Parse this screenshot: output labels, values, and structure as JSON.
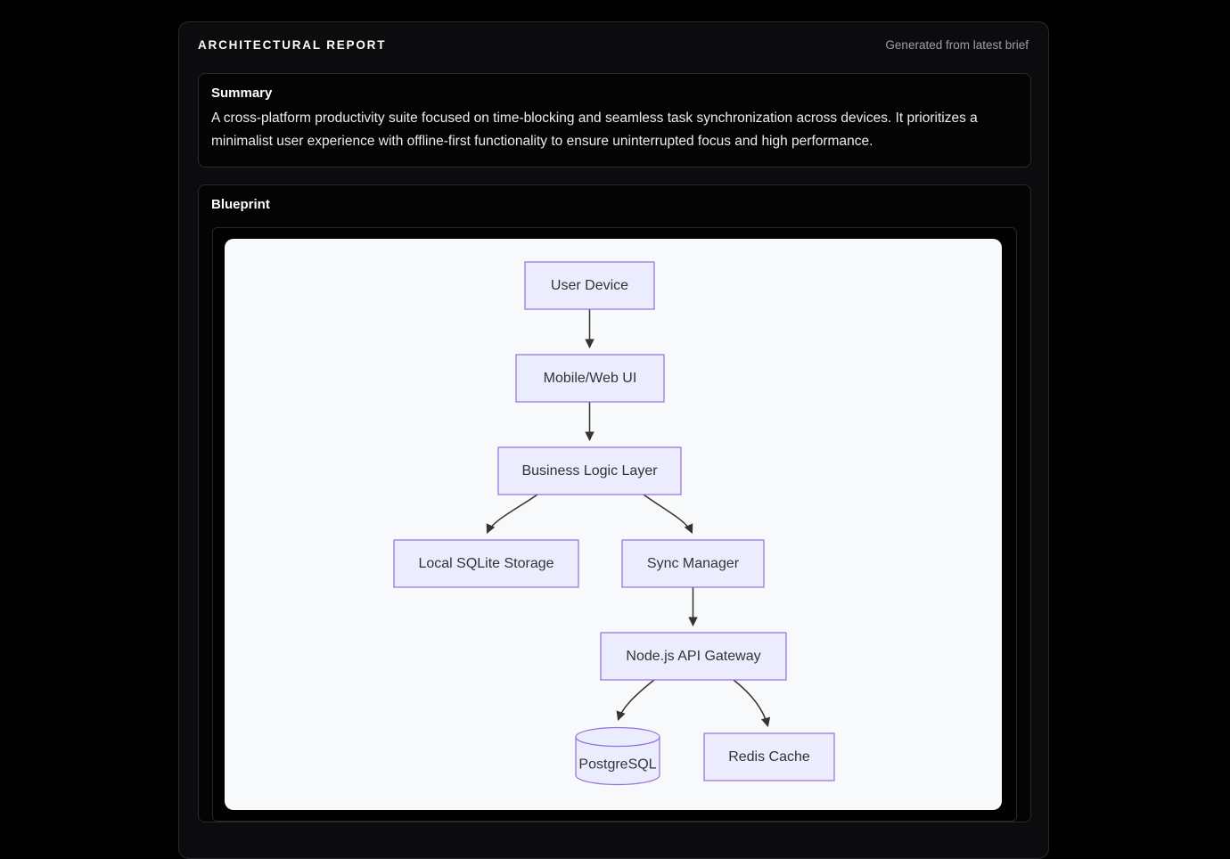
{
  "header": {
    "title": "ARCHITECTURAL REPORT",
    "generated_note": "Generated from latest brief"
  },
  "summary": {
    "heading": "Summary",
    "body": "A cross-platform productivity suite focused on time-blocking and seamless task synchronization across devices. It prioritizes a minimalist user experience with offline-first functionality to ensure uninterrupted focus and high performance."
  },
  "blueprint": {
    "heading": "Blueprint"
  },
  "diagram": {
    "type": "flowchart",
    "direction": "top-down",
    "nodes": {
      "user_device": {
        "label": "User Device",
        "shape": "rect"
      },
      "mobile_web_ui": {
        "label": "Mobile/Web UI",
        "shape": "rect"
      },
      "business_logic_layer": {
        "label": "Business Logic Layer",
        "shape": "rect"
      },
      "local_sqlite_storage": {
        "label": "Local SQLite Storage",
        "shape": "rect"
      },
      "sync_manager": {
        "label": "Sync Manager",
        "shape": "rect"
      },
      "nodejs_api_gateway": {
        "label": "Node.js API Gateway",
        "shape": "rect"
      },
      "postgresql": {
        "label": "PostgreSQL",
        "shape": "cylinder"
      },
      "redis_cache": {
        "label": "Redis Cache",
        "shape": "rect"
      }
    },
    "edges": [
      {
        "from": "user_device",
        "to": "mobile_web_ui"
      },
      {
        "from": "mobile_web_ui",
        "to": "business_logic_layer"
      },
      {
        "from": "business_logic_layer",
        "to": "local_sqlite_storage"
      },
      {
        "from": "business_logic_layer",
        "to": "sync_manager"
      },
      {
        "from": "sync_manager",
        "to": "nodejs_api_gateway"
      },
      {
        "from": "nodejs_api_gateway",
        "to": "postgresql"
      },
      {
        "from": "nodejs_api_gateway",
        "to": "redis_cache"
      }
    ],
    "colors": {
      "node_fill": "#ECECFF",
      "node_border": "#9370DB",
      "edge": "#333333",
      "node_text": "#333333",
      "canvas_bg": "#f8f9fa"
    }
  }
}
